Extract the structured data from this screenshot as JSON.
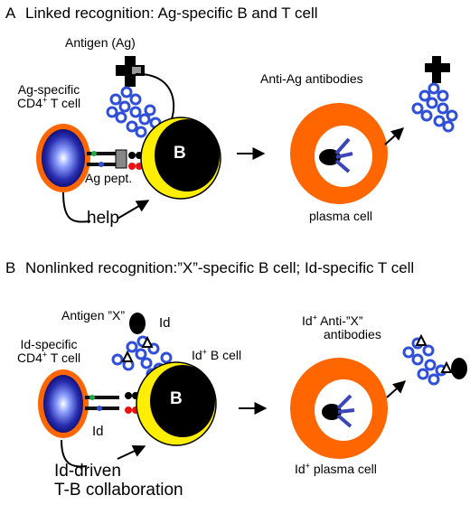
{
  "panel_a": {
    "letter": "A",
    "title": "Linked recognition: Ag-specific B and T cell",
    "antigen_label": "Antigen (Ag)",
    "t_cell_label_line1": "Ag-specific",
    "t_cell_label_line2_pre": "CD4",
    "t_cell_label_line2_sup": "+",
    "t_cell_label_line2_post": " T cell",
    "b_letter": "B",
    "ag_pept_label": "Ag pept.",
    "help_label": "help",
    "antibodies_label": "Anti-Ag antibodies",
    "plasma_label": "plasma cell"
  },
  "panel_b": {
    "letter": "B",
    "title": "Nonlinked recognition:”X”-specific B cell; Id-specific T cell",
    "antigen_label": "Antigen ”X”",
    "id_top_label": "Id",
    "t_cell_label_line1": "Id-specific",
    "t_cell_label_line2_pre": "CD4",
    "t_cell_label_line2_sup": "+",
    "t_cell_label_line2_post": " T cell",
    "b_cell_label_pre": "Id",
    "b_cell_label_sup": "+",
    "b_cell_label_post": " B cell",
    "b_letter": "B",
    "id_bottom_label": "Id",
    "collab_line1": "Id-driven",
    "collab_line2": "T-B collaboration",
    "antibodies_line1_pre": "Id",
    "antibodies_line1_sup": "+",
    "antibodies_line1_post": " Anti-”X”",
    "antibodies_line2": "antibodies",
    "plasma_label_pre": "Id",
    "plasma_label_sup": "+",
    "plasma_label_post": " plasma cell"
  },
  "colors": {
    "orange": "#ff6600",
    "yellow": "#ffee00",
    "antibody_blue": "#2f4fd8",
    "nucleus_blue": "#3a45b8",
    "red": "#ee1111",
    "green": "#22aa44",
    "black": "#000000"
  }
}
